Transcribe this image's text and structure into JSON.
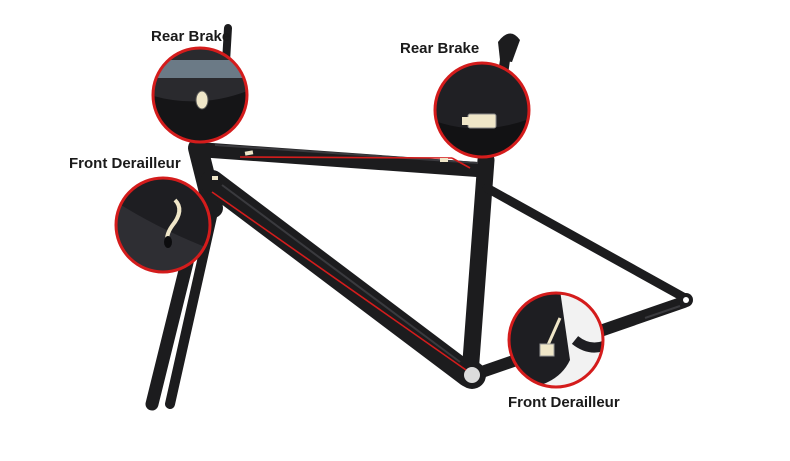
{
  "callouts": {
    "rear_brake_left": "Rear Brake",
    "rear_brake_right": "Rear Brake",
    "front_derailleur_left": "Front Derailleur",
    "front_derailleur_right": "Front Derailleur"
  },
  "colors": {
    "frame": "#1c1c1e",
    "frame_highlight": "#3a3a3e",
    "cable_route": "#d41c1c",
    "callout_ring": "#d41c1c",
    "cable_guide": "#efe6c8"
  }
}
